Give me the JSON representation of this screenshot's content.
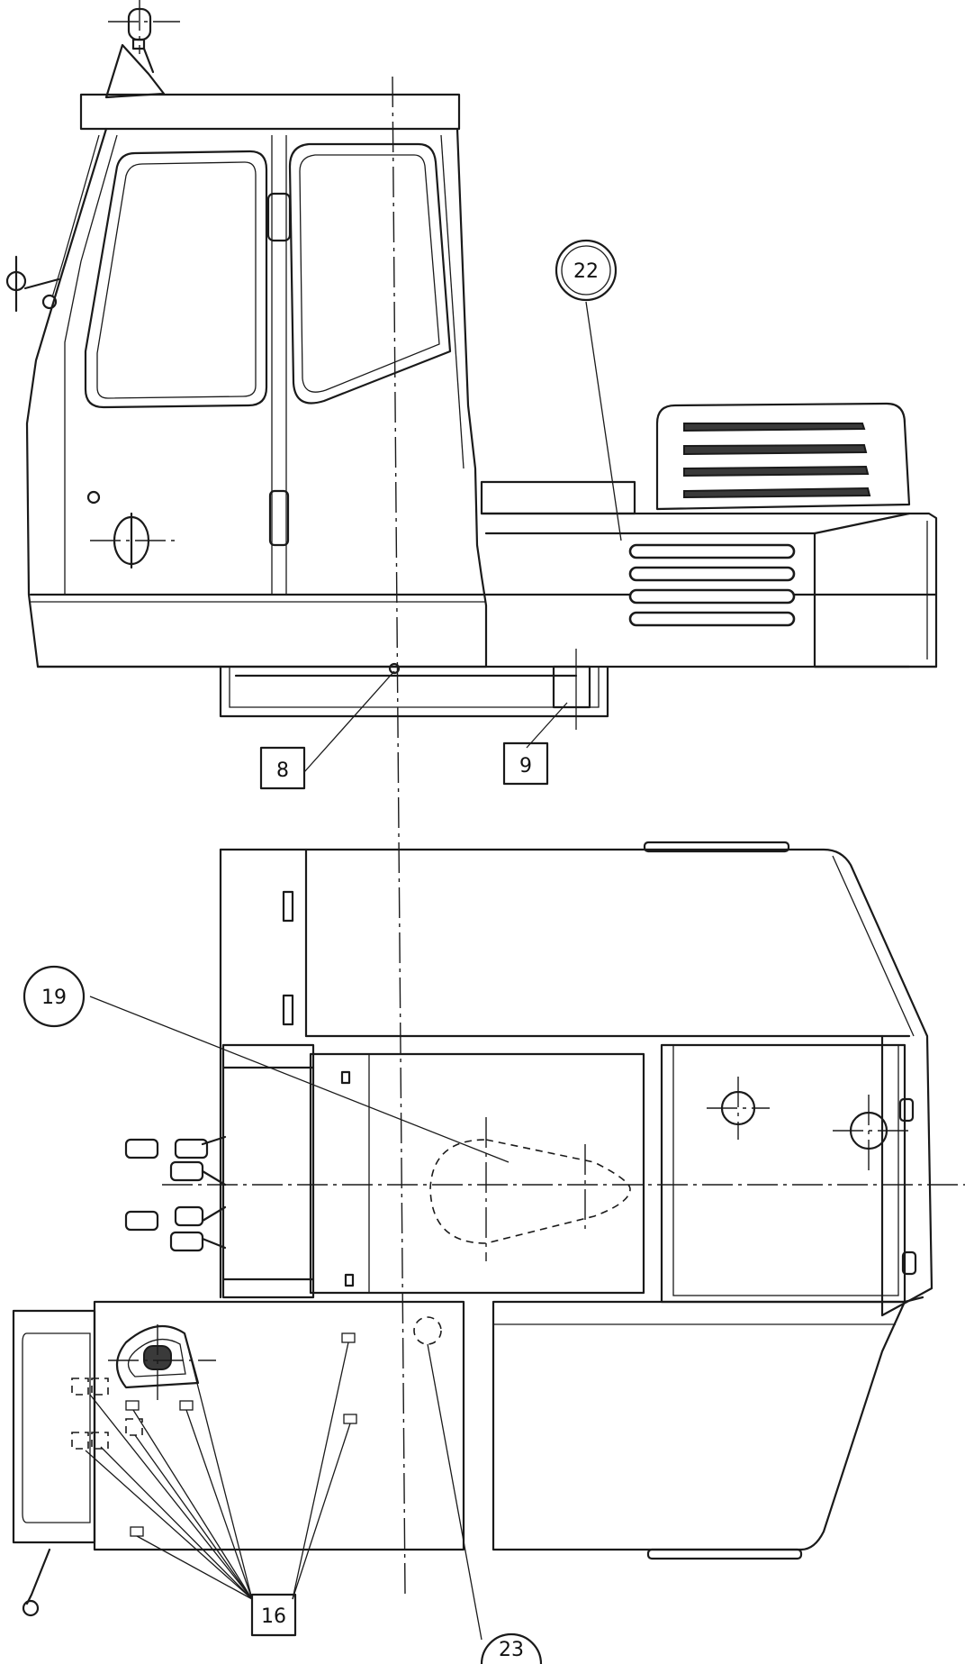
{
  "callouts": {
    "c8": "8",
    "c9": "9",
    "c16": "16",
    "c19": "19",
    "c22": "22",
    "c23": "23"
  }
}
